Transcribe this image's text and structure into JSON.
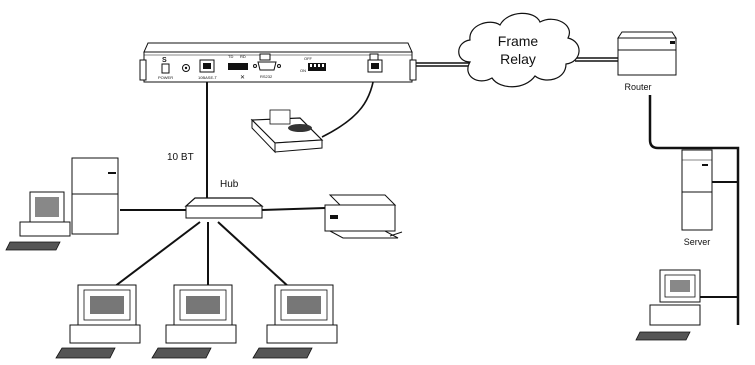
{
  "labels": {
    "cloud": [
      "Frame",
      "Relay"
    ],
    "router": "Router",
    "hub": "Hub",
    "link": "10 BT",
    "server": "Server"
  },
  "device_panel": {
    "power": "POWER",
    "ten_bt": "10BASE-T",
    "td": "TD",
    "rd": "RD",
    "rs232": "RS232",
    "off": "OFF",
    "on": "ON"
  }
}
